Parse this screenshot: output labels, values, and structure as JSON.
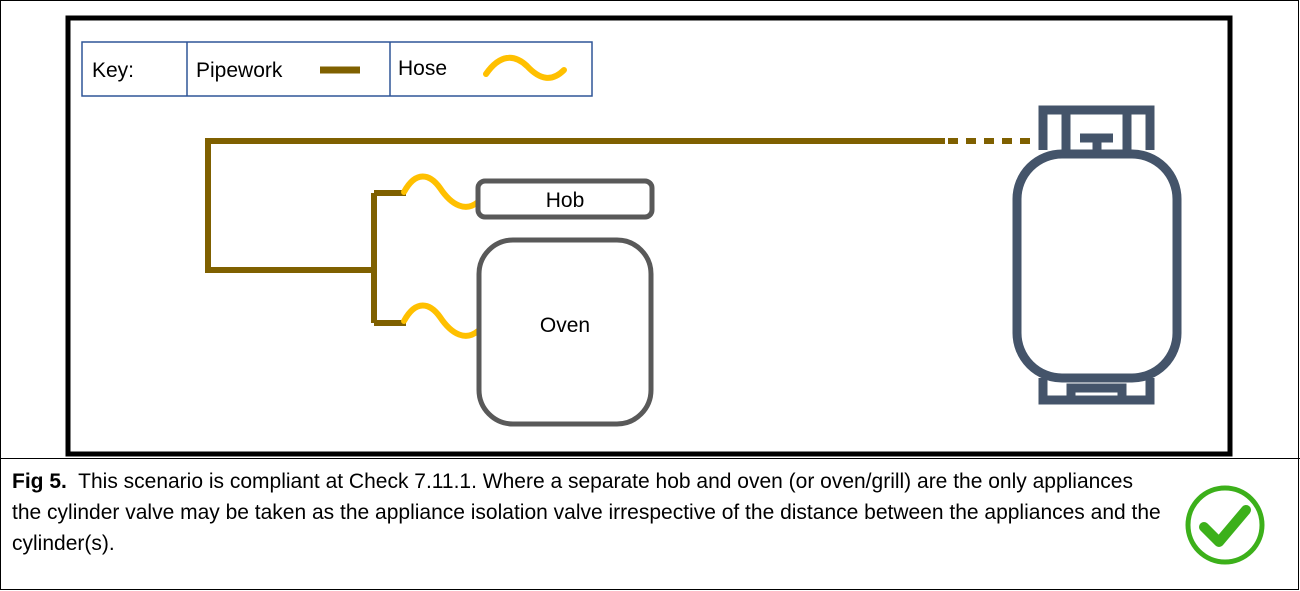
{
  "key": {
    "title": "Key:",
    "pipework_label": "Pipework",
    "hose_label": "Hose"
  },
  "appliances": {
    "hob": "Hob",
    "oven": "Oven"
  },
  "caption": {
    "figure_label": "Fig 5.",
    "text": "This scenario is compliant at Check 7.11.1.  Where a separate hob and oven (or oven/grill) are the only appliances the cylinder valve may be taken as the appliance isolation valve irrespective of the distance between the appliances and the cylinder(s)."
  },
  "colors": {
    "pipework": "#7f6000",
    "hose": "#ffc000",
    "appliance_outline": "#595959",
    "cylinder": "#44546a",
    "key_border": "#2f5597",
    "check": "#3cb01a"
  },
  "icons": {
    "cylinder": "gas-cylinder-icon",
    "compliance": "check-circle-icon"
  }
}
